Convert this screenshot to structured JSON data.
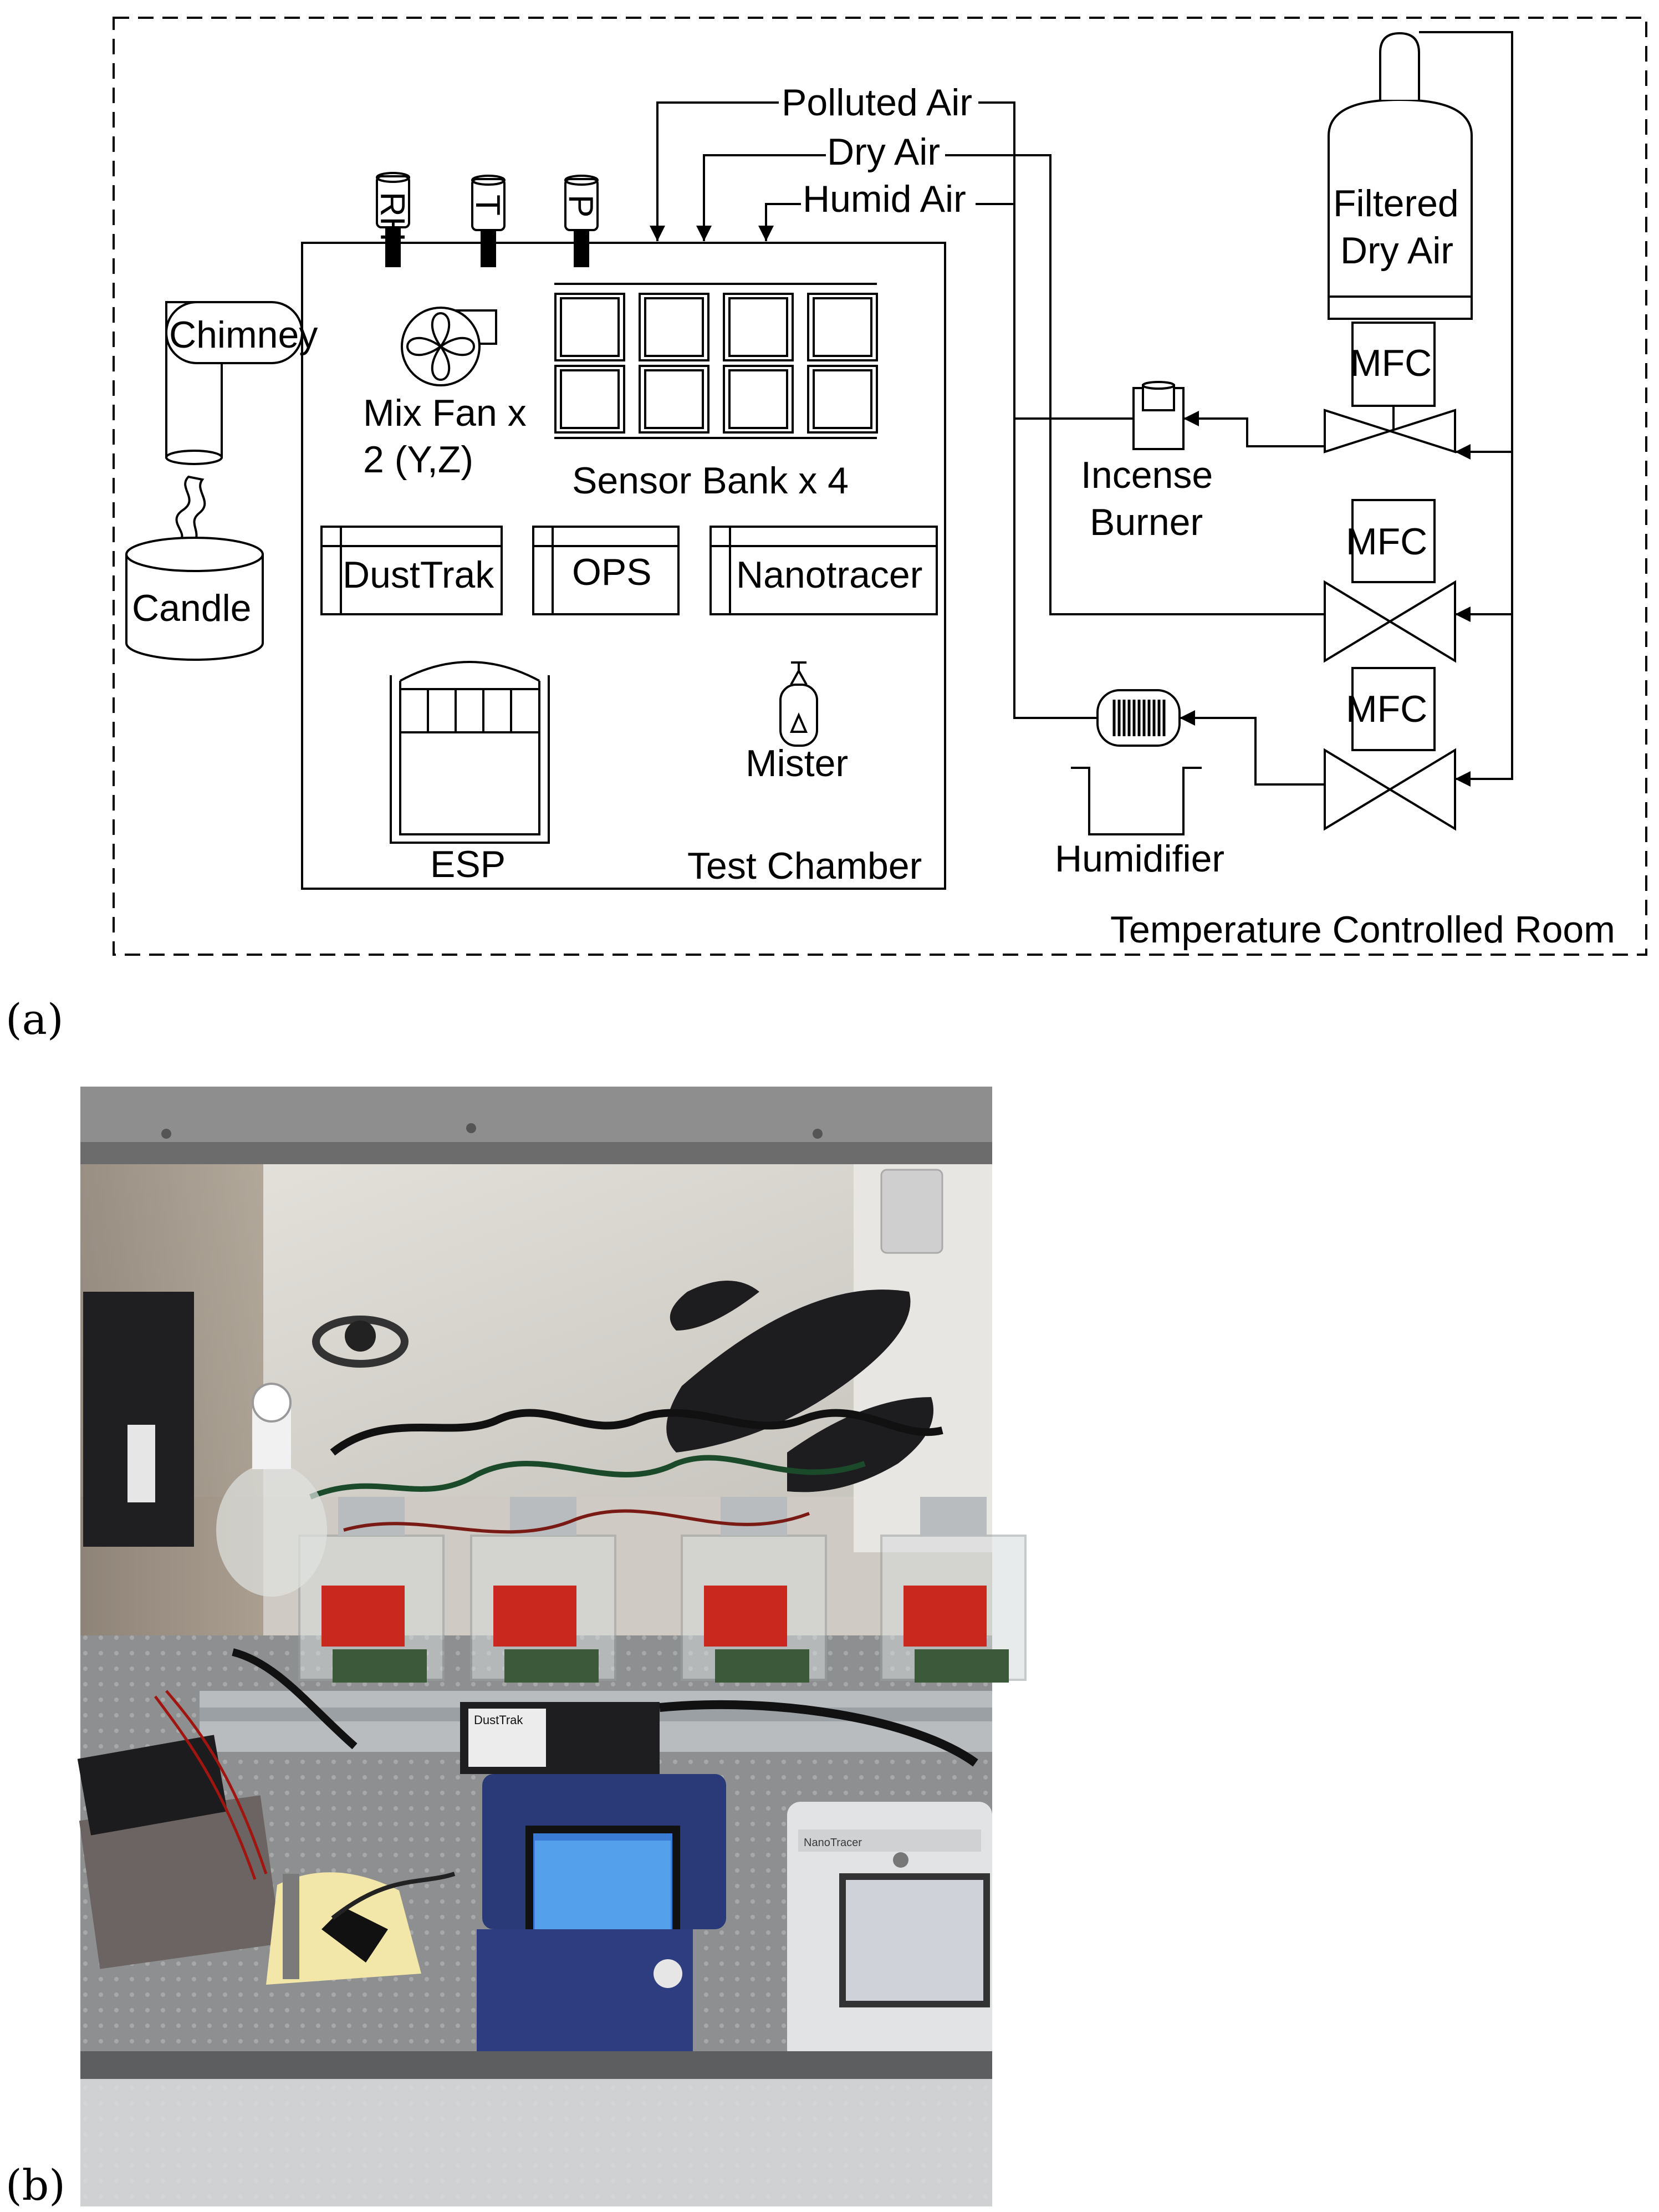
{
  "panel_a": {
    "label": "(a)",
    "room": "Temperature Controlled Room",
    "chamber": "Test Chamber",
    "chimney": "Chimney",
    "candle": "Candle",
    "sensors": {
      "rh": "RH",
      "t": "T",
      "p": "P"
    },
    "mix_fan_line1": "Mix Fan x",
    "mix_fan_line2": "2 (Y,Z)",
    "sensor_bank": "Sensor Bank x 4",
    "dusttrak": "DustTrak",
    "ops": "OPS",
    "nanotracer": "Nanotracer",
    "esp": "ESP",
    "mister": "Mister",
    "polluted_air": "Polluted Air",
    "dry_air": "Dry Air",
    "humid_air": "Humid Air",
    "filtered_line1": "Filtered",
    "filtered_line2": "Dry Air",
    "mfc": "MFC",
    "incense_line1": "Incense",
    "incense_line2": "Burner",
    "humidifier": "Humidifier"
  },
  "panel_b": {
    "label": "(b)",
    "photo_labels": {
      "dusttrak_label": "DustTrak",
      "nanotracer_label": "NanoTracer"
    }
  },
  "colors": {
    "line": "#000000",
    "photo_wall": "#d9d6d1",
    "photo_floor": "#8d8f90",
    "photo_dark": "#2b2e33",
    "sensor_red": "#c8281e",
    "screen_blue": "#3a7bd5"
  }
}
